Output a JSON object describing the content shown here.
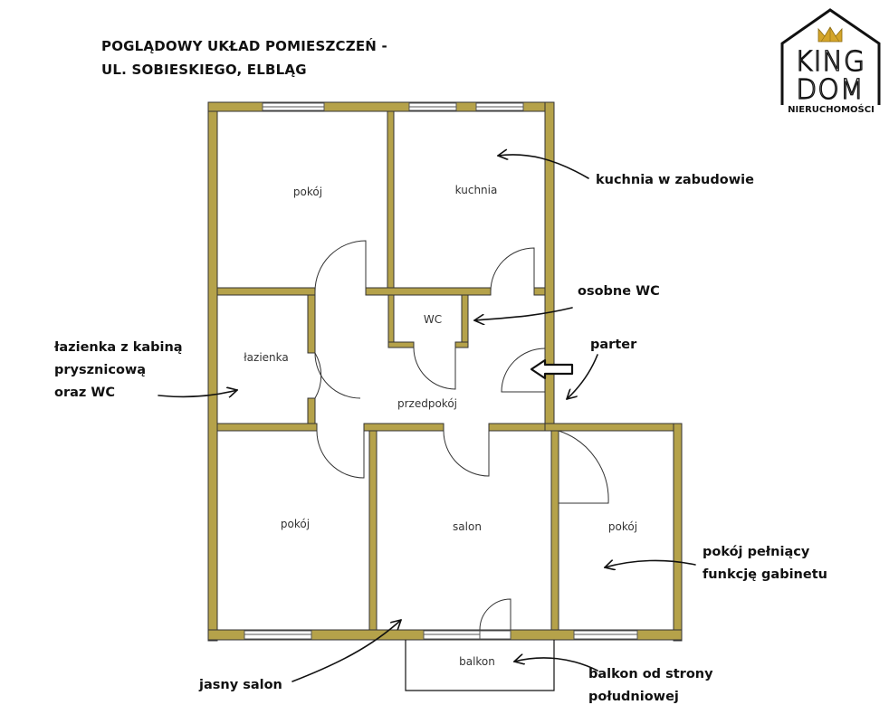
{
  "title": {
    "line1": "POGLĄDOWY UKŁAD POMIESZCZEŃ -",
    "line2": "UL. SOBIESKIEGO, ELBLĄG"
  },
  "logo": {
    "word1": "KING",
    "word2": "DOM",
    "subtitle": "NIERUCHOMOŚCI",
    "accent_color": "#d4a52a",
    "icon": "crown-icon"
  },
  "rooms": {
    "pokoj_top": "pokój",
    "kuchnia": "kuchnia",
    "wc": "WC",
    "lazienka": "łazienka",
    "przedpokoj": "przedpokój",
    "pokoj_bottom_left": "pokój",
    "salon": "salon",
    "pokoj_right": "pokój",
    "balkon": "balkon"
  },
  "callouts": {
    "kuchnia": "kuchnia w zabudowie",
    "wc": "osobne WC",
    "parter": "parter",
    "lazienka": [
      "łazienka z kabiną",
      "prysznicową",
      "oraz WC"
    ],
    "gabinet": [
      "pokój pełniący",
      "funkcję gabinetu"
    ],
    "salon": "jasny salon",
    "balkon": [
      "balkon od strony",
      "południowej"
    ]
  },
  "colors": {
    "wall": "#b5a24a",
    "wall_outline": "#333333",
    "text": "#111111"
  }
}
